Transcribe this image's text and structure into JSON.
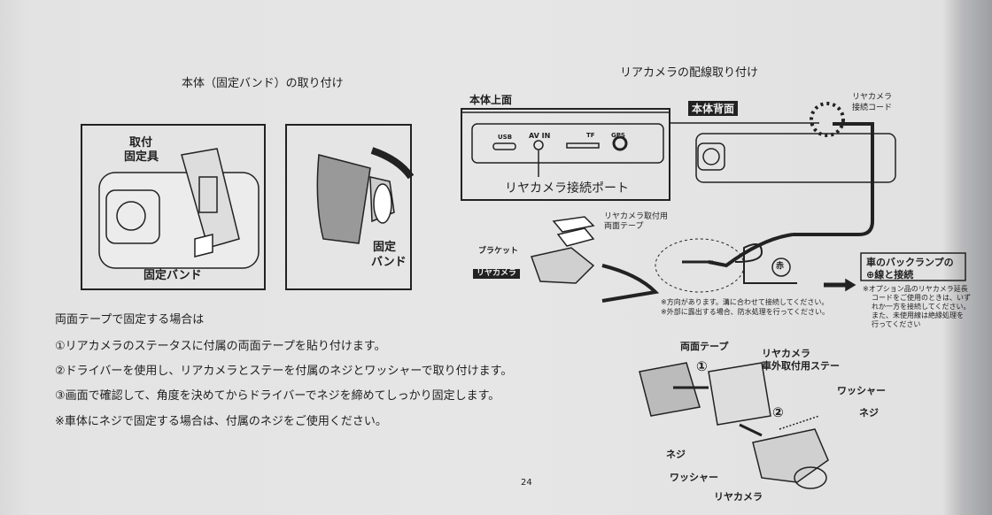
{
  "left": {
    "title": "本体（固定バンド）の取り付け",
    "fig1": {
      "label_fixture": "取付\n固定具",
      "label_fixture_1": "取付",
      "label_fixture_2": "固定具",
      "label_band": "固定バンド"
    },
    "fig2": {
      "label_band_1": "固定",
      "label_band_2": "バンド"
    },
    "instructions_heading": "両面テープで固定する場合は",
    "steps": [
      "①リアカメラのステータスに付属の両面テープを貼り付けます。",
      "②ドライバーを使用し、リアカメラとステーを付属のネジとワッシャーで取り付けます。",
      "③画面で確認して、角度を決めてからドライバーでネジを締めてしっかり固定します。"
    ],
    "note": "※車体にネジで固定する場合は、付属のネジをご使用ください。"
  },
  "right": {
    "title": "リアカメラの配線取り付け",
    "top_view_label": "本体上面",
    "ports": [
      "USB",
      "AV IN",
      "TF",
      "GPS"
    ],
    "port_callout": "リヤカメラ接続ポート",
    "back_view_label": "本体背面",
    "cord_label_1": "リヤカメラ",
    "cord_label_2": "接続コード",
    "tape_label_1": "リヤカメラ取付用",
    "tape_label_2": "両面テープ",
    "bracket_label": "ブラケット",
    "camera_label": "リヤカメラ",
    "red_mark": "赤",
    "backlamp_1": "車のバックランプの",
    "backlamp_2": "⊕線と接続",
    "notes": [
      "※方向があります。溝に合わせて接続してください。",
      "※外部に露出する場合、防水処理を行ってください。"
    ],
    "option_note": [
      "※オプション品のリヤカメラ延長",
      "コードをご使用のときは、いず",
      "れか一方を接続してください。",
      "また、未使用線は絶縁処理を",
      "行ってください"
    ],
    "assembly": {
      "tape": "両面テープ",
      "stay_1": "リヤカメラ",
      "stay_2": "車外取付用ステー",
      "washer": "ワッシャー",
      "screw": "ネジ",
      "step1": "①",
      "step2": "②",
      "screw2": "ネジ",
      "washer2": "ワッシャー",
      "camera": "リヤカメラ"
    }
  },
  "page_number": "24"
}
